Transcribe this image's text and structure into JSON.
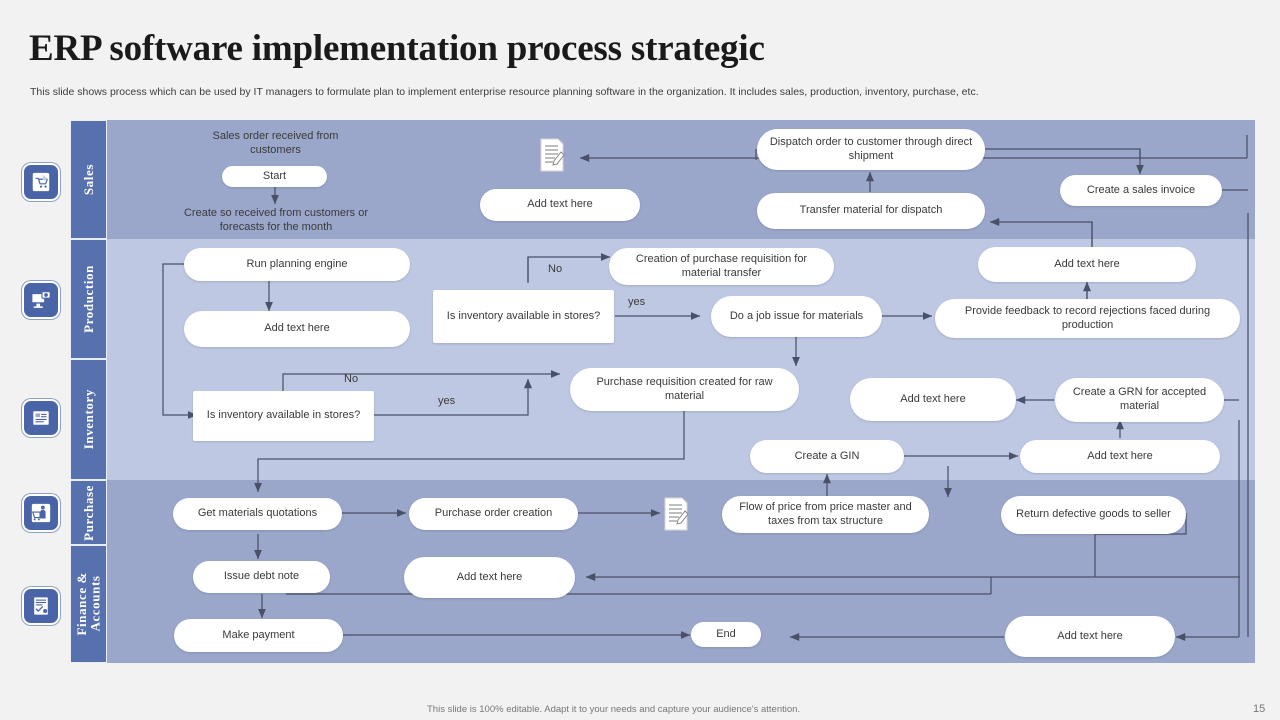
{
  "header": {
    "title": "ERP software implementation process strategic",
    "subtitle": "This slide shows process which can be used by IT  managers to  formulate  plan to implement enterprise resource planning software  in the organization. It includes sales, production, inventory, purchase, etc."
  },
  "footer": {
    "note": "This slide is 100% editable.  Adapt it to your needs and capture your audience's attention.",
    "page": "15"
  },
  "colors": {
    "band_dark": "#9aa7ca",
    "band_light": "#bfc8e2",
    "label_blue": "#5771ae",
    "icon_blue": "#4a64a8",
    "node_white": "#ffffff",
    "wire": "#4a5068",
    "text": "#3a3a3a"
  },
  "bands": [
    {
      "key": "sales",
      "label": "Sales",
      "icon": "cart-icon"
    },
    {
      "key": "production",
      "label": "Production",
      "icon": "monitor-gear-icon"
    },
    {
      "key": "inventory",
      "label": "Inventory",
      "icon": "clipboard-icon"
    },
    {
      "key": "purchase",
      "label": "Purchase",
      "icon": "shopper-icon"
    },
    {
      "key": "finance",
      "label": "Finance &\nAccounts",
      "icon": "invoice-icon"
    }
  ],
  "nodes": {
    "sales_order_caption": "Sales order received from customers",
    "start": "Start",
    "create_so_caption": "Create so received from customers or forecasts for the month",
    "sales_add_text": "Add text here",
    "dispatch_order": "Dispatch order to customer through direct shipment",
    "transfer_material": "Transfer material for dispatch",
    "create_sales_invoice": "Create a sales invoice",
    "run_planning_engine": "Run planning engine",
    "production_add_text_left": "Add text here",
    "prod_inventory_question": "Is inventory available in stores?",
    "creation_purchase_req": "Creation of purchase requisition for material transfer",
    "do_job_issue": "Do a job issue for materials",
    "provide_feedback": "Provide feedback to record rejections faced during production",
    "production_add_text_right": "Add text here",
    "inv_inventory_question": "Is inventory available in stores?",
    "purchase_req_raw": "Purchase requisition created for raw material",
    "inventory_add_text_mid": "Add text here",
    "create_grn": "Create a GRN for accepted material",
    "create_gin": "Create a GIN",
    "inventory_add_text_right": "Add text here",
    "get_materials_quotations": "Get materials quotations",
    "purchase_order_creation": "Purchase order creation",
    "flow_of_price": "Flow of price from price master and taxes from tax  structure",
    "return_defective": "Return defective goods to seller",
    "issue_debt_note": "Issue debt note",
    "finance_add_text_left": "Add text here",
    "make_payment": "Make payment",
    "end": "End",
    "finance_add_text_right": "Add text here"
  },
  "edge_labels": {
    "prod_no": "No",
    "prod_yes": "yes",
    "inv_no": "No",
    "inv_yes": "yes"
  }
}
